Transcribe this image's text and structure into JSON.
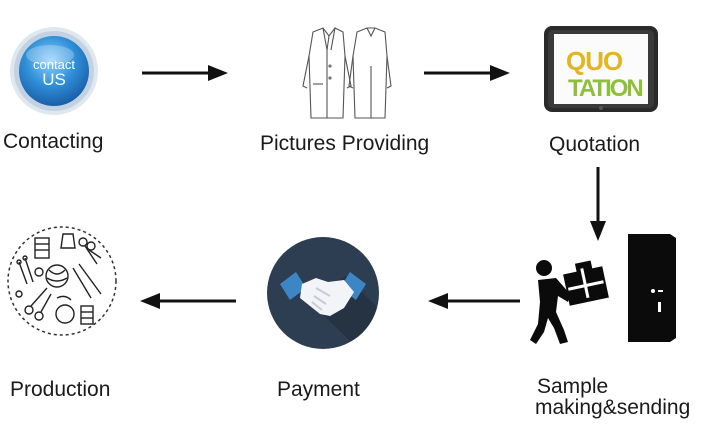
{
  "steps": [
    {
      "label": "Contacting",
      "icon": "contact-us-badge-icon",
      "badge_line1": "contact",
      "badge_line2": "US"
    },
    {
      "label": "Pictures Providing",
      "icon": "coat-sketch-icon"
    },
    {
      "label": "Quotation",
      "icon": "quotation-tablet-icon",
      "screen_text_row1": "QUO",
      "screen_text_row2": "TATION"
    },
    {
      "label_line1": "Sample",
      "label_line2": "making&sending",
      "icon": "delivery-person-door-icon"
    },
    {
      "label": "Payment",
      "icon": "handshake-icon"
    },
    {
      "label": "Production",
      "icon": "sewing-tools-icon"
    }
  ],
  "flow_order": [
    "Contacting",
    "Pictures Providing",
    "Quotation",
    "Sample making&sending",
    "Payment",
    "Production"
  ],
  "colors": {
    "text": "#1a1a1a",
    "arrow": "#111111",
    "badge_blue": "#2f8fd8",
    "handshake_bg": "#2e3e52",
    "handshake_blue": "#3d86c6"
  }
}
